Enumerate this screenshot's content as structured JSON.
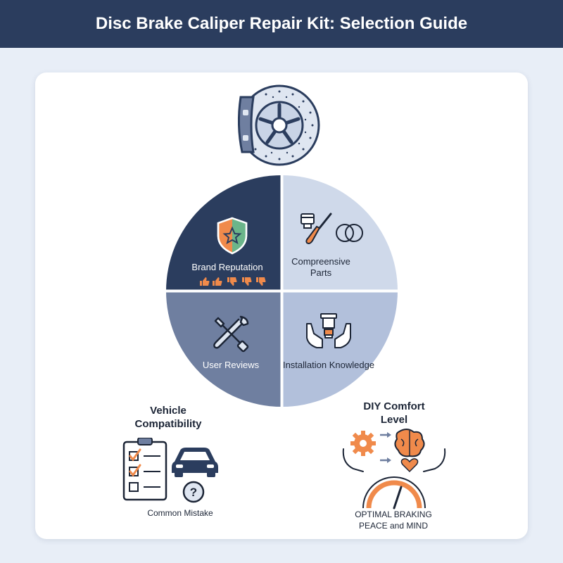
{
  "header": {
    "title": "Disc Brake Caliper Repair Kit: Selection Guide"
  },
  "quadrants": {
    "top_left": {
      "label": "Brand Reputation",
      "icon": "shield-star-icon"
    },
    "top_right": {
      "label": "Compreensive Parts",
      "icon": "piston-screwdriver-seal-icon"
    },
    "bottom_left": {
      "label": "User Reviews",
      "icon": "wrench-screwdriver-icon"
    },
    "bottom_right": {
      "label": "Installation Knowledge",
      "icon": "hands-piston-icon"
    }
  },
  "vehicle": {
    "title": "Vehicle Compatibility",
    "caption": "Common Mistake",
    "icons": [
      "checklist-icon",
      "car-icon",
      "question-icon"
    ]
  },
  "diy": {
    "title": "DIY Comfort Level",
    "caption_line1": "OPTIMAL BRAKING",
    "caption_line2": "PEACE and MIND",
    "icons": [
      "gear-icon",
      "brain-icon",
      "heart-icon",
      "gauge-icon"
    ]
  },
  "colors": {
    "navy": "#2b3d5e",
    "light_blue": "#cfd9ea",
    "slate": "#6f7fa0",
    "pale_slate": "#b2c0db",
    "accent_orange": "#f08a4b",
    "accent_green": "#6bb58a"
  }
}
